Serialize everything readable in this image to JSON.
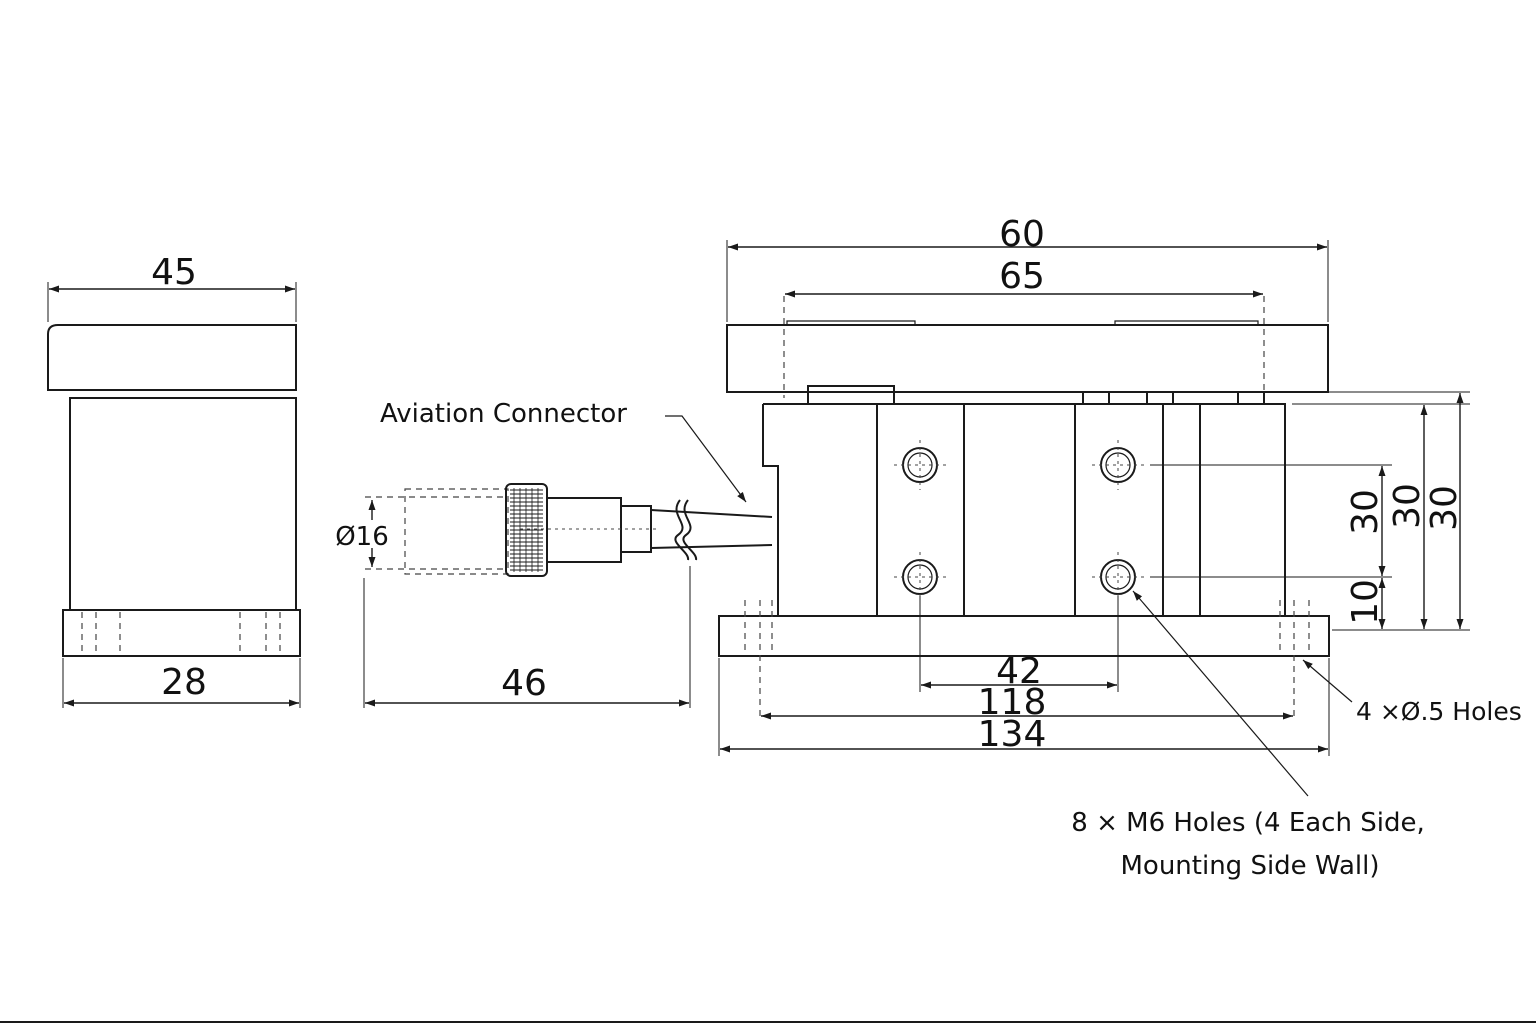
{
  "side_view": {
    "width_top": "45",
    "width_base": "28"
  },
  "connector_view": {
    "label": "Aviation Connector",
    "diameter": "Ø16",
    "length": "46"
  },
  "front_view": {
    "dim_top_outer": "60",
    "dim_top_inner": "65",
    "dim_hole_spacing": "42",
    "dim_base_holes": "118",
    "dim_base_total": "134",
    "dim_vertical_1": "30",
    "dim_vertical_2": "30",
    "dim_vertical_3": "30",
    "dim_vertical_small": "10",
    "callout_base_holes": "4 ×Ø.5 Holes",
    "callout_side_holes_line1": "8 × M6 Holes (4 Each Side,",
    "callout_side_holes_line2": "Mounting Side Wall)"
  },
  "colors": {
    "line": "#1a1a1a",
    "background": "#ffffff"
  }
}
